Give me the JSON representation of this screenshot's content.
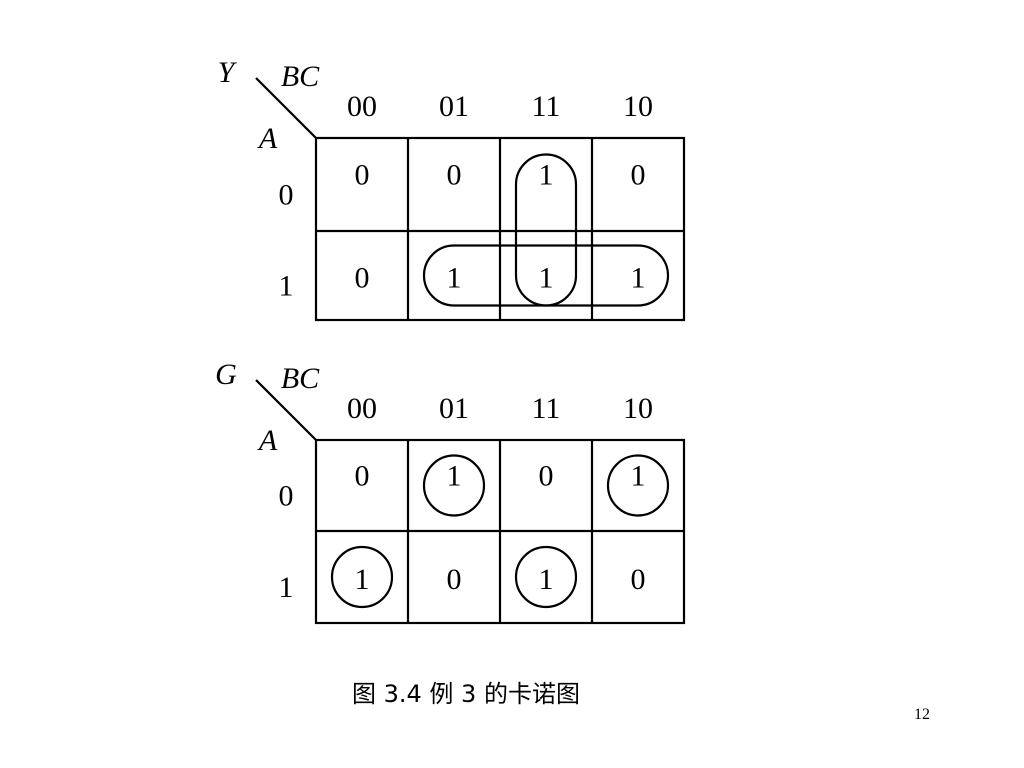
{
  "kmaps": [
    {
      "output_label": "Y",
      "col_var_label": "BC",
      "row_var_label": "A",
      "col_headers": [
        "00",
        "01",
        "11",
        "10"
      ],
      "row_headers": [
        "0",
        "1"
      ],
      "cells": [
        [
          "0",
          "0",
          "1",
          "0"
        ],
        [
          "0",
          "1",
          "1",
          "1"
        ]
      ],
      "groups": [
        {
          "cells": [
            [
              0,
              2
            ],
            [
              1,
              2
            ]
          ]
        },
        {
          "cells": [
            [
              1,
              1
            ],
            [
              1,
              2
            ],
            [
              1,
              3
            ]
          ]
        }
      ]
    },
    {
      "output_label": "G",
      "col_var_label": "BC",
      "row_var_label": "A",
      "col_headers": [
        "00",
        "01",
        "11",
        "10"
      ],
      "row_headers": [
        "0",
        "1"
      ],
      "cells": [
        [
          "0",
          "1",
          "0",
          "1"
        ],
        [
          "1",
          "0",
          "1",
          "0"
        ]
      ],
      "groups": [
        {
          "cells": [
            [
              0,
              1
            ]
          ]
        },
        {
          "cells": [
            [
              0,
              3
            ]
          ]
        },
        {
          "cells": [
            [
              1,
              0
            ]
          ]
        },
        {
          "cells": [
            [
              1,
              2
            ]
          ]
        }
      ]
    }
  ],
  "caption": "图 3.4  例 3 的卡诺图",
  "page_number": "12"
}
